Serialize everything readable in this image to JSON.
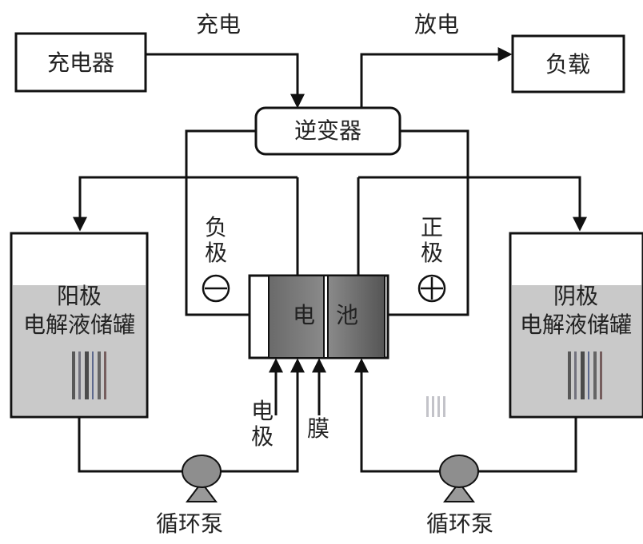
{
  "labels": {
    "charge_flow": "充电",
    "discharge_flow": "放电",
    "charger": "充电器",
    "load": "负载",
    "inverter": "逆变器",
    "negative_pole": "负\n极",
    "positive_pole": "正\n极",
    "left_tank": {
      "line1": "阳极",
      "line2": "电解液储罐"
    },
    "right_tank": {
      "line1": "阴极",
      "line2": "电解液储罐"
    },
    "battery": {
      "char1": "电",
      "char2": "池"
    },
    "electrode": "电\n极",
    "membrane": "膜",
    "pump_left": "循环泵",
    "pump_right": "循环泵"
  },
  "symbols": {
    "minus": "⊖",
    "plus": "⊕"
  },
  "colors": {
    "line": "#111111",
    "tank_fluid": "#c9c9c9",
    "electrode_dark": "#555555",
    "electrode_light": "#9a9a9a",
    "pump_fill": "#8e8e8e"
  }
}
